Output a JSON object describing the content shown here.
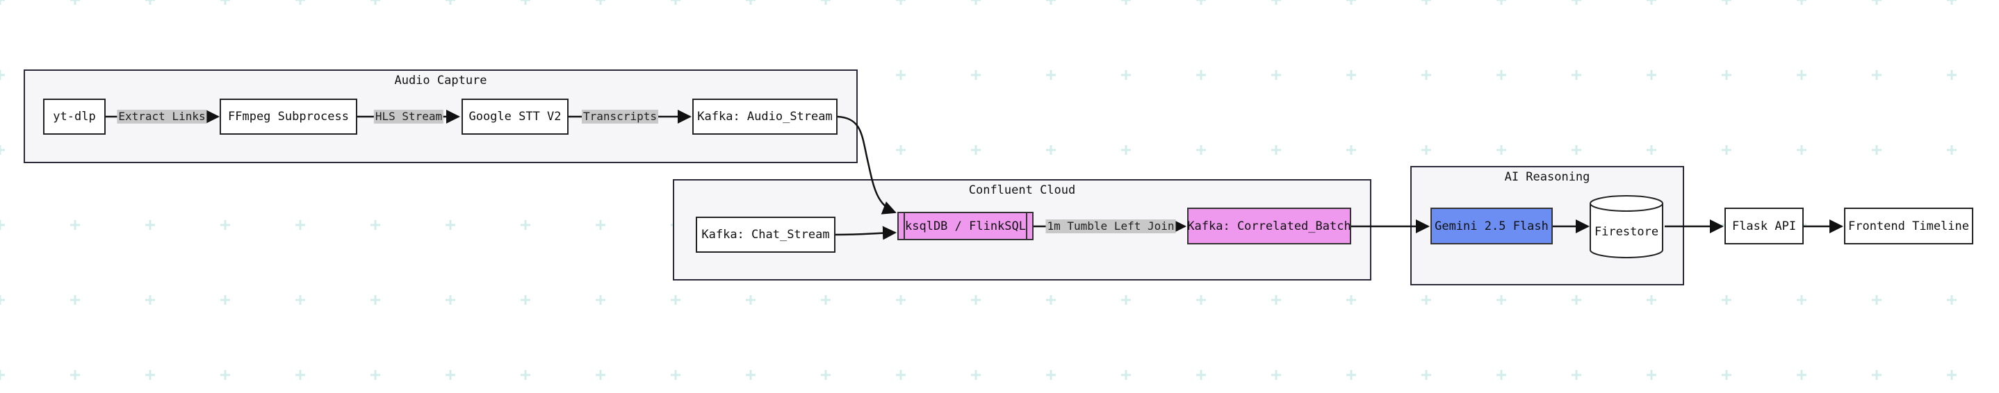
{
  "groups": {
    "audio_capture": "Audio Capture",
    "confluent_cloud": "Confluent Cloud",
    "ai_reasoning": "AI Reasoning"
  },
  "nodes": {
    "yt_dlp": "yt-dlp",
    "ffmpeg": "FFmpeg Subprocess",
    "google_stt": "Google STT V2",
    "kafka_audio": "Kafka: Audio_Stream",
    "kafka_chat": "Kafka: Chat_Stream",
    "ksqldb": "ksqlDB / FlinkSQL",
    "kafka_correlated": "Kafka: Correlated_Batch",
    "gemini": "Gemini 2.5 Flash",
    "firestore": "Firestore",
    "flask": "Flask API",
    "frontend": "Frontend Timeline"
  },
  "edge_labels": {
    "extract_links": "Extract Links",
    "hls_stream": "HLS Stream",
    "transcripts": "Transcripts",
    "tumble_join": "1m Tumble Left Join"
  },
  "colors": {
    "pink_node": "#ee99ee",
    "blue_node": "#6c8ef2",
    "background_plus": "#d3ecec"
  }
}
